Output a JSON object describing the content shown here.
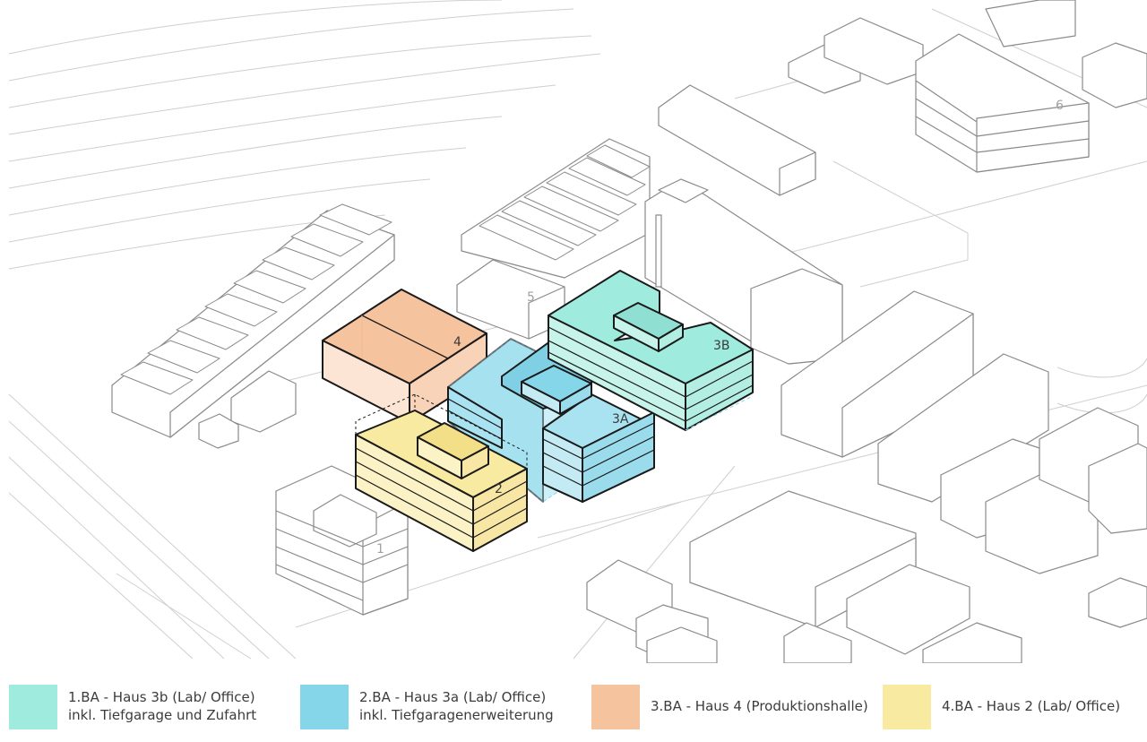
{
  "buildings": {
    "b1": "1",
    "b2": "2",
    "b3a": "3A",
    "b3b": "3B",
    "b4": "4",
    "b5": "5",
    "b6": "6"
  },
  "legend": {
    "l1": {
      "line1": "1.BA - Haus 3b (Lab/ Office)",
      "line2": "inkl. Tiefgarage und Zufahrt",
      "color": "#9FEBDD"
    },
    "l2": {
      "line1": "2.BA - Haus 3a (Lab/ Office)",
      "line2": "inkl. Tiefgaragenerweiterung",
      "color": "#86D6EA"
    },
    "l3": {
      "line1": "3.BA - Haus 4 (Produktionshalle)",
      "line2": "",
      "color": "#F6C39F"
    },
    "l4": {
      "line1": "4.BA - Haus 2 (Lab/ Office)",
      "line2": "",
      "color": "#F8EAA0"
    }
  },
  "colors": {
    "line": "#6b6b6b",
    "context_line": "#8a8a8a",
    "ground_line": "#c9c9c9",
    "context_fill": "#ffffff"
  }
}
